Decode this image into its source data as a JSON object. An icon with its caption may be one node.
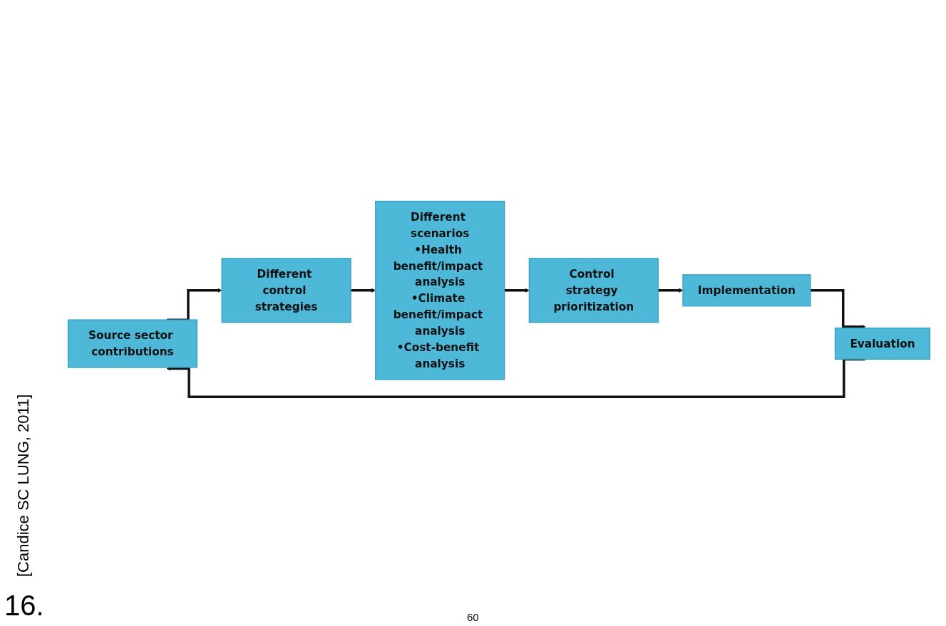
{
  "diagram": {
    "nodes": [
      {
        "text": [
          "Source sector contributions"
        ]
      },
      {
        "text": [
          "Different control strategies"
        ]
      },
      {
        "text": [
          "Different scenarios",
          "•Health benefit/impact analysis",
          "•Climate benefit/impact analysis",
          "•Cost-benefit analysis"
        ]
      },
      {
        "text": [
          "Control strategy prioritization"
        ]
      },
      {
        "text": [
          "Implementation"
        ]
      },
      {
        "text": [
          "Evaluation"
        ]
      }
    ],
    "edges": [
      {
        "from": 0,
        "to": 1,
        "arrow": "to"
      },
      {
        "from": 1,
        "to": 2,
        "arrow": "to"
      },
      {
        "from": 2,
        "to": 3,
        "arrow": "to"
      },
      {
        "from": 3,
        "to": 4,
        "arrow": "to"
      },
      {
        "from": 4,
        "to": 5,
        "arrow": "to"
      },
      {
        "from": 5,
        "to": 0,
        "arrow": "to"
      }
    ],
    "labels": [
      "[Candice SC LUNG, 2011]",
      "16.",
      "60"
    ]
  }
}
